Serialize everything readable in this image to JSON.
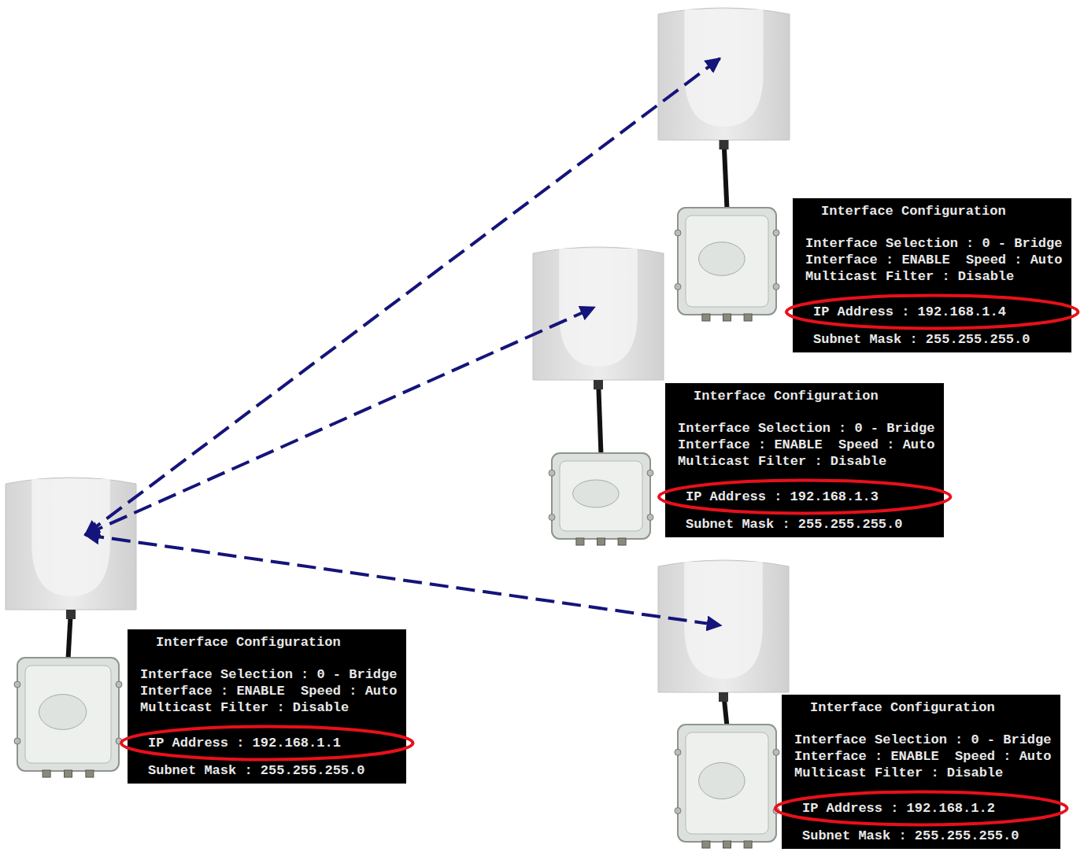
{
  "diagram": {
    "nodes": [
      {
        "text": [
          "Interface Configuration",
          "Interface Selection : 0 - Bridge",
          "Interface : ENABLE  Speed : Auto",
          "Multicast Filter : Disable",
          "IP Address : 192.168.1.4",
          "Subnet Mask : 255.255.255.0"
        ]
      },
      {
        "text": [
          "Interface Configuration",
          "Interface Selection : 0 - Bridge",
          "Interface : ENABLE  Speed : Auto",
          "Multicast Filter : Disable",
          "IP Address : 192.168.1.3",
          "Subnet Mask : 255.255.255.0"
        ]
      },
      {
        "text": [
          "Interface Configuration",
          "Interface Selection : 0 - Bridge",
          "Interface : ENABLE  Speed : Auto",
          "Multicast Filter : Disable",
          "IP Address : 192.168.1.1",
          "Subnet Mask : 255.255.255.0"
        ]
      },
      {
        "text": [
          "Interface Configuration",
          "Interface Selection : 0 - Bridge",
          "Interface : ENABLE  Speed : Auto",
          "Multicast Filter : Disable",
          "IP Address : 192.168.1.2",
          "Subnet Mask : 255.255.255.0"
        ]
      }
    ],
    "edges": [
      {
        "from": 2,
        "to": 0,
        "arrow": "both"
      },
      {
        "from": 2,
        "to": 1,
        "arrow": "both"
      },
      {
        "from": 2,
        "to": 3,
        "arrow": "both"
      }
    ]
  }
}
